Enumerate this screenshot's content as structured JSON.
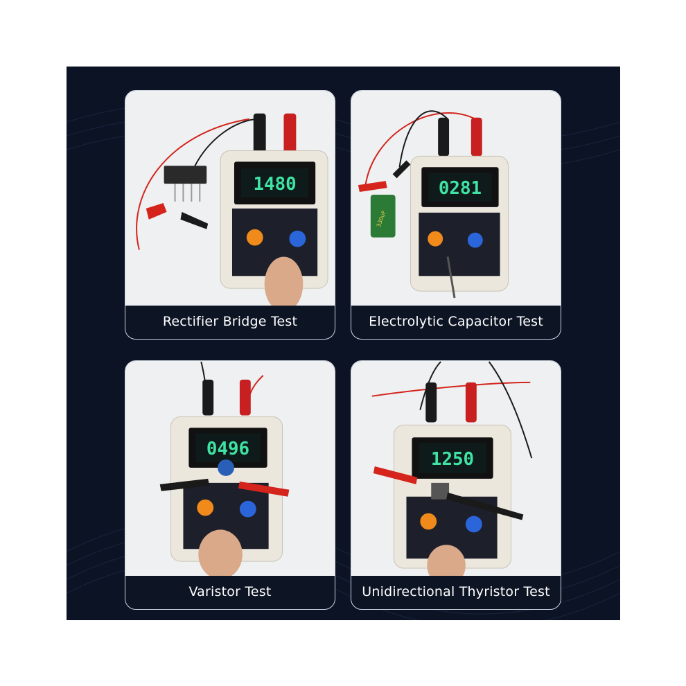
{
  "panels": [
    {
      "caption": "Rectifier Bridge Test",
      "reading": "1480"
    },
    {
      "caption": "Electrolytic Capacitor Test",
      "reading": "0281",
      "component_label": "330uF"
    },
    {
      "caption": "Varistor Test",
      "reading": "0496"
    },
    {
      "caption": "Unidirectional Thyristor Test",
      "reading": "1250"
    }
  ],
  "colors": {
    "background": "#0c1324",
    "card_border": "#cfd6e2",
    "display_digits": "#3fe3a4",
    "display_bg": "#0e1b1a",
    "tester_body": "#ece7dd",
    "knob_left": "#f08a1a",
    "knob_right": "#2a66d9",
    "lead_red": "#d4241c",
    "lead_black": "#1a1a1a"
  }
}
